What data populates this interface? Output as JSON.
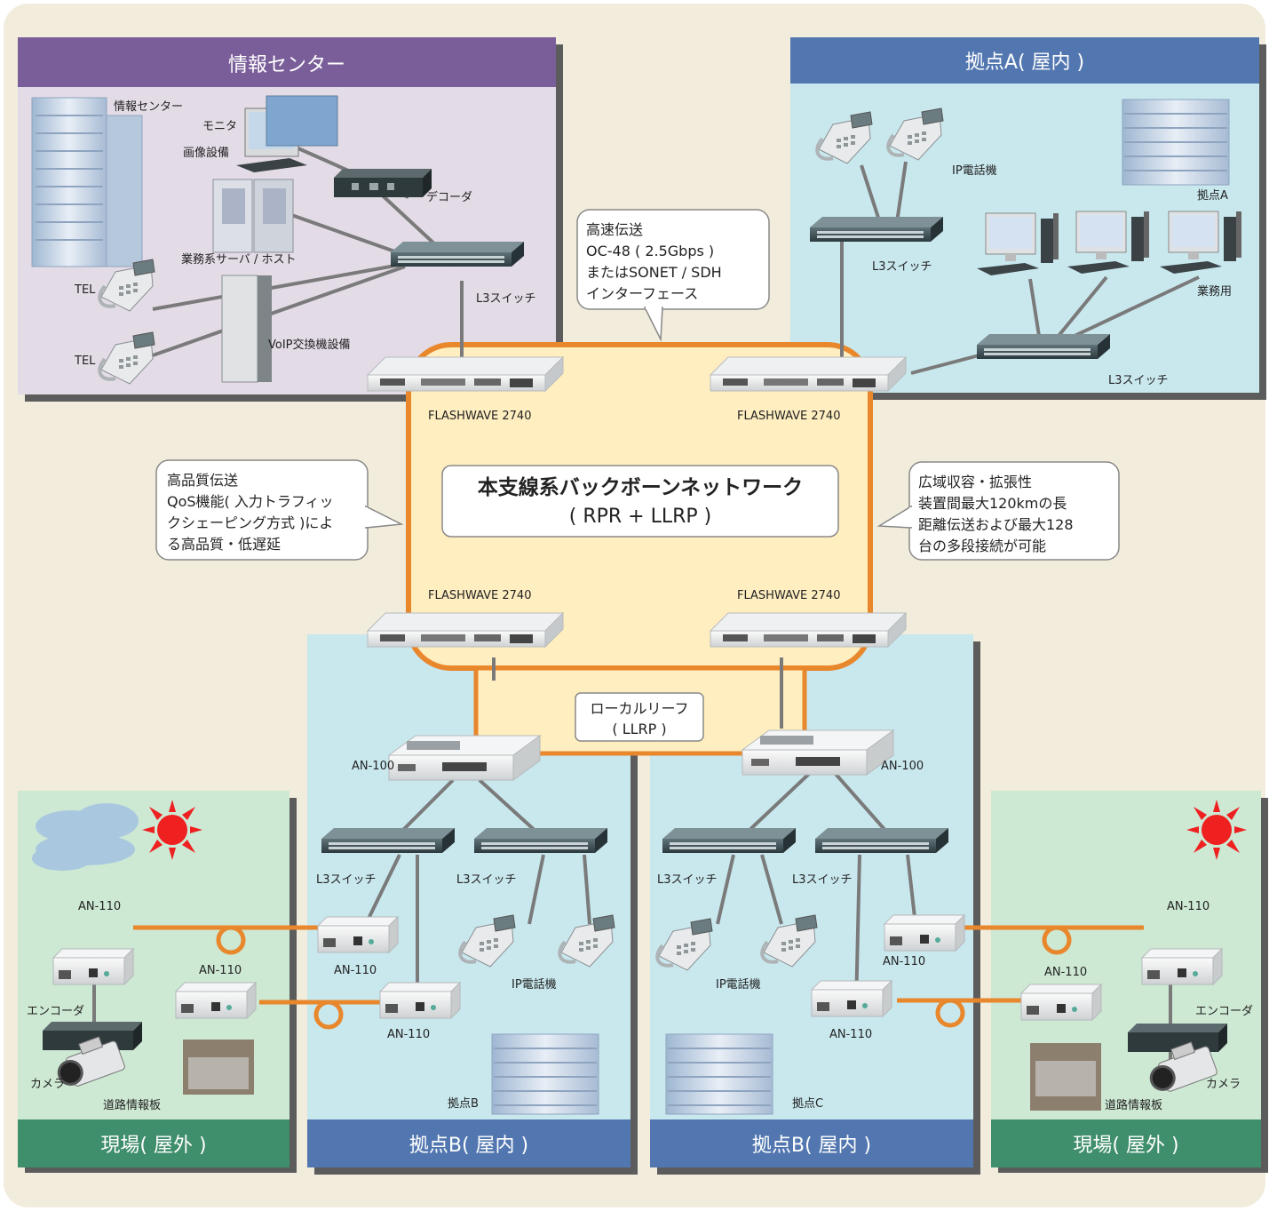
{
  "panels": {
    "info_center": "情報センター",
    "site_a": "拠点A( 屋内 )",
    "site_b_left": "拠点B( 屋内 )",
    "site_b_right": "拠点B( 屋内 )",
    "field_left": "現場( 屋外 )",
    "field_right": "現場( 屋外 )"
  },
  "labels": {
    "info_building": "情報センター",
    "monitor": "モニタ",
    "video_equipment": "画像設備",
    "decoder": "デコーダ",
    "server": "業務系サーバ / ホスト",
    "tel1": "TEL",
    "tel2": "TEL",
    "voip": "VoIP交換機設備",
    "l3_info": "L3スイッチ",
    "ip_phone_a": "IP電話機",
    "site_a_building": "拠点A",
    "l3_a_upper": "L3スイッチ",
    "business_use": "業務用",
    "l3_a_lower": "L3スイッチ",
    "fw_tl": "FLASHWAVE 2740",
    "fw_tr": "FLASHWAVE 2740",
    "fw_bl": "FLASHWAVE 2740",
    "fw_br": "FLASHWAVE 2740",
    "an100_left": "AN-100",
    "an100_right": "AN-100",
    "l3_b1": "L3スイッチ",
    "l3_b2": "L3スイッチ",
    "l3_c1": "L3スイッチ",
    "l3_c2": "L3スイッチ",
    "an110_fl_top": "AN-110",
    "an110_fl_mid": "AN-110",
    "encoder_left": "エンコーダ",
    "camera_left": "カメラ",
    "road_board_left": "道路情報板",
    "an110_b_top": "AN-110",
    "an110_b_bottom": "AN-110",
    "ip_phone_b": "IP電話機",
    "site_b_building": "拠点B",
    "ip_phone_c": "IP電話機",
    "an110_c_top": "AN-110",
    "an110_c_bottom": "AN-110",
    "site_c_building": "拠点C",
    "an110_fr_mid": "AN-110",
    "an110_fr_top": "AN-110",
    "encoder_right": "エンコーダ",
    "camera_right": "カメラ",
    "road_board_right": "道路情報板"
  },
  "backbone": {
    "title": "本支線系バックボーンネットワーク",
    "subtitle": "( RPR + LLRP )"
  },
  "local_leaf": {
    "line1": "ローカルリーフ",
    "line2": "( LLRP )"
  },
  "callouts": {
    "high_speed": [
      "高速伝送",
      "OC-48 ( 2.5Gbps )",
      "またはSONET / SDH",
      "インターフェース"
    ],
    "high_quality": [
      "高品質伝送",
      "QoS機能( 入力トラフィッ",
      "クシェーピング方式 )によ",
      "る高品質・低遅延"
    ],
    "wide_area": [
      "広域収容・拡張性",
      "装置間最大120kmの長",
      "距離伝送および最大128",
      "台の多段接続が可能"
    ]
  },
  "colors": {
    "panel_header_purple": "#7a5e9a",
    "panel_header_blue": "#5277b0",
    "panel_header_green": "#3f8e6c",
    "panel_bg_purple": "#e3dbe6",
    "panel_bg_blue": "#c9e8ee",
    "panel_bg_green": "#cde8d3",
    "backbone_fill": "#ffeec0",
    "backbone_border": "#e8872c",
    "background": "#f1ecdb",
    "link_line": "#7a7a7a",
    "sun": "#ee2020"
  }
}
